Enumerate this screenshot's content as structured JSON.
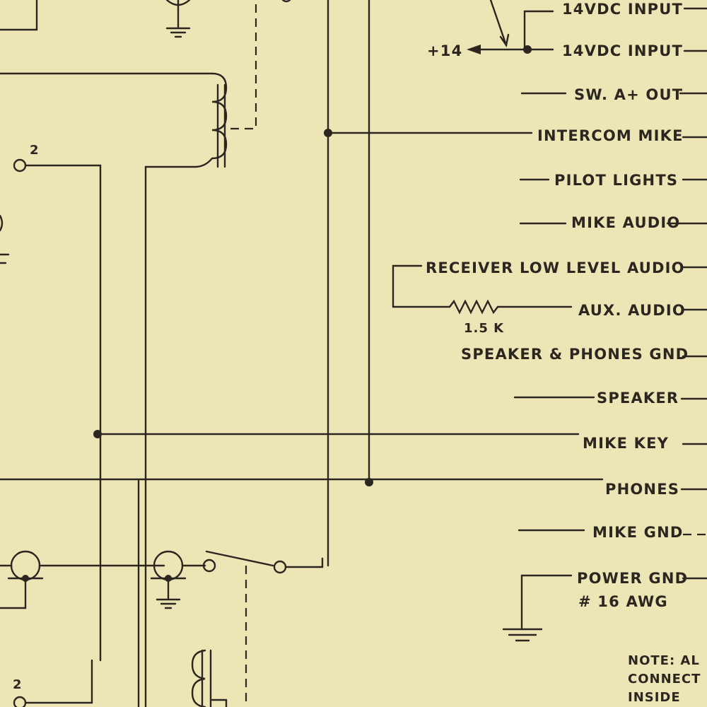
{
  "labels": {
    "input_top": "14VDC INPUT",
    "input_main": "14VDC INPUT",
    "plus14": "+14",
    "sw_a_out": "SW. A+ OUT",
    "intercom_mike": "INTERCOM MIKE",
    "pilot_lights": "PILOT LIGHTS",
    "mike_audio": "MIKE AUDIO",
    "receiver_low": "RECEIVER LOW LEVEL AUDIO",
    "aux_audio": "AUX. AUDIO",
    "resistor": "1.5 K",
    "speaker_phones_gnd": "SPEAKER & PHONES GND",
    "speaker": "SPEAKER",
    "mike_key": "MIKE KEY",
    "phones": "PHONES",
    "mike_gnd": "MIKE GND",
    "power_gnd": "POWER GND",
    "awg": "# 16 AWG",
    "pin_upper": "2",
    "pin_lower": "2",
    "note_line1": "NOTE: AL",
    "note_line2": "CONNECT",
    "note_line3": "INSIDE"
  },
  "colors": {
    "paper": "#ece6b6",
    "ink": "#2c2620"
  }
}
